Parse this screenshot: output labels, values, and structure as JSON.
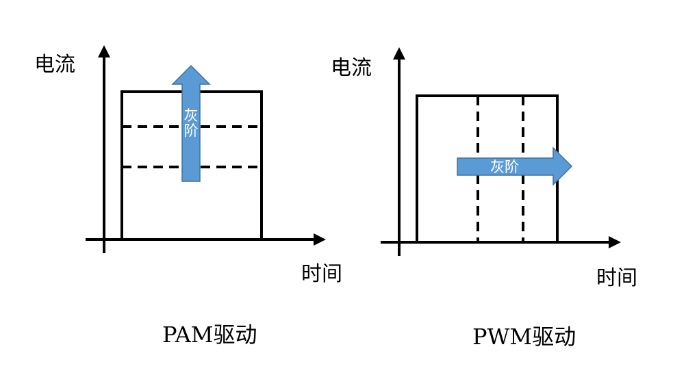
{
  "pam": {
    "y_label": "电流",
    "x_label": "时间",
    "arrow_text": "灰阶",
    "caption": "PAM驱动"
  },
  "pwm": {
    "y_label": "电流",
    "x_label": "时间",
    "arrow_text": "灰阶",
    "caption": "PWM驱动"
  },
  "colors": {
    "stroke": "#000000",
    "arrow_fill": "#5b9bd5",
    "arrow_edge": "#41719c",
    "arrow_text": "#ffffff"
  }
}
